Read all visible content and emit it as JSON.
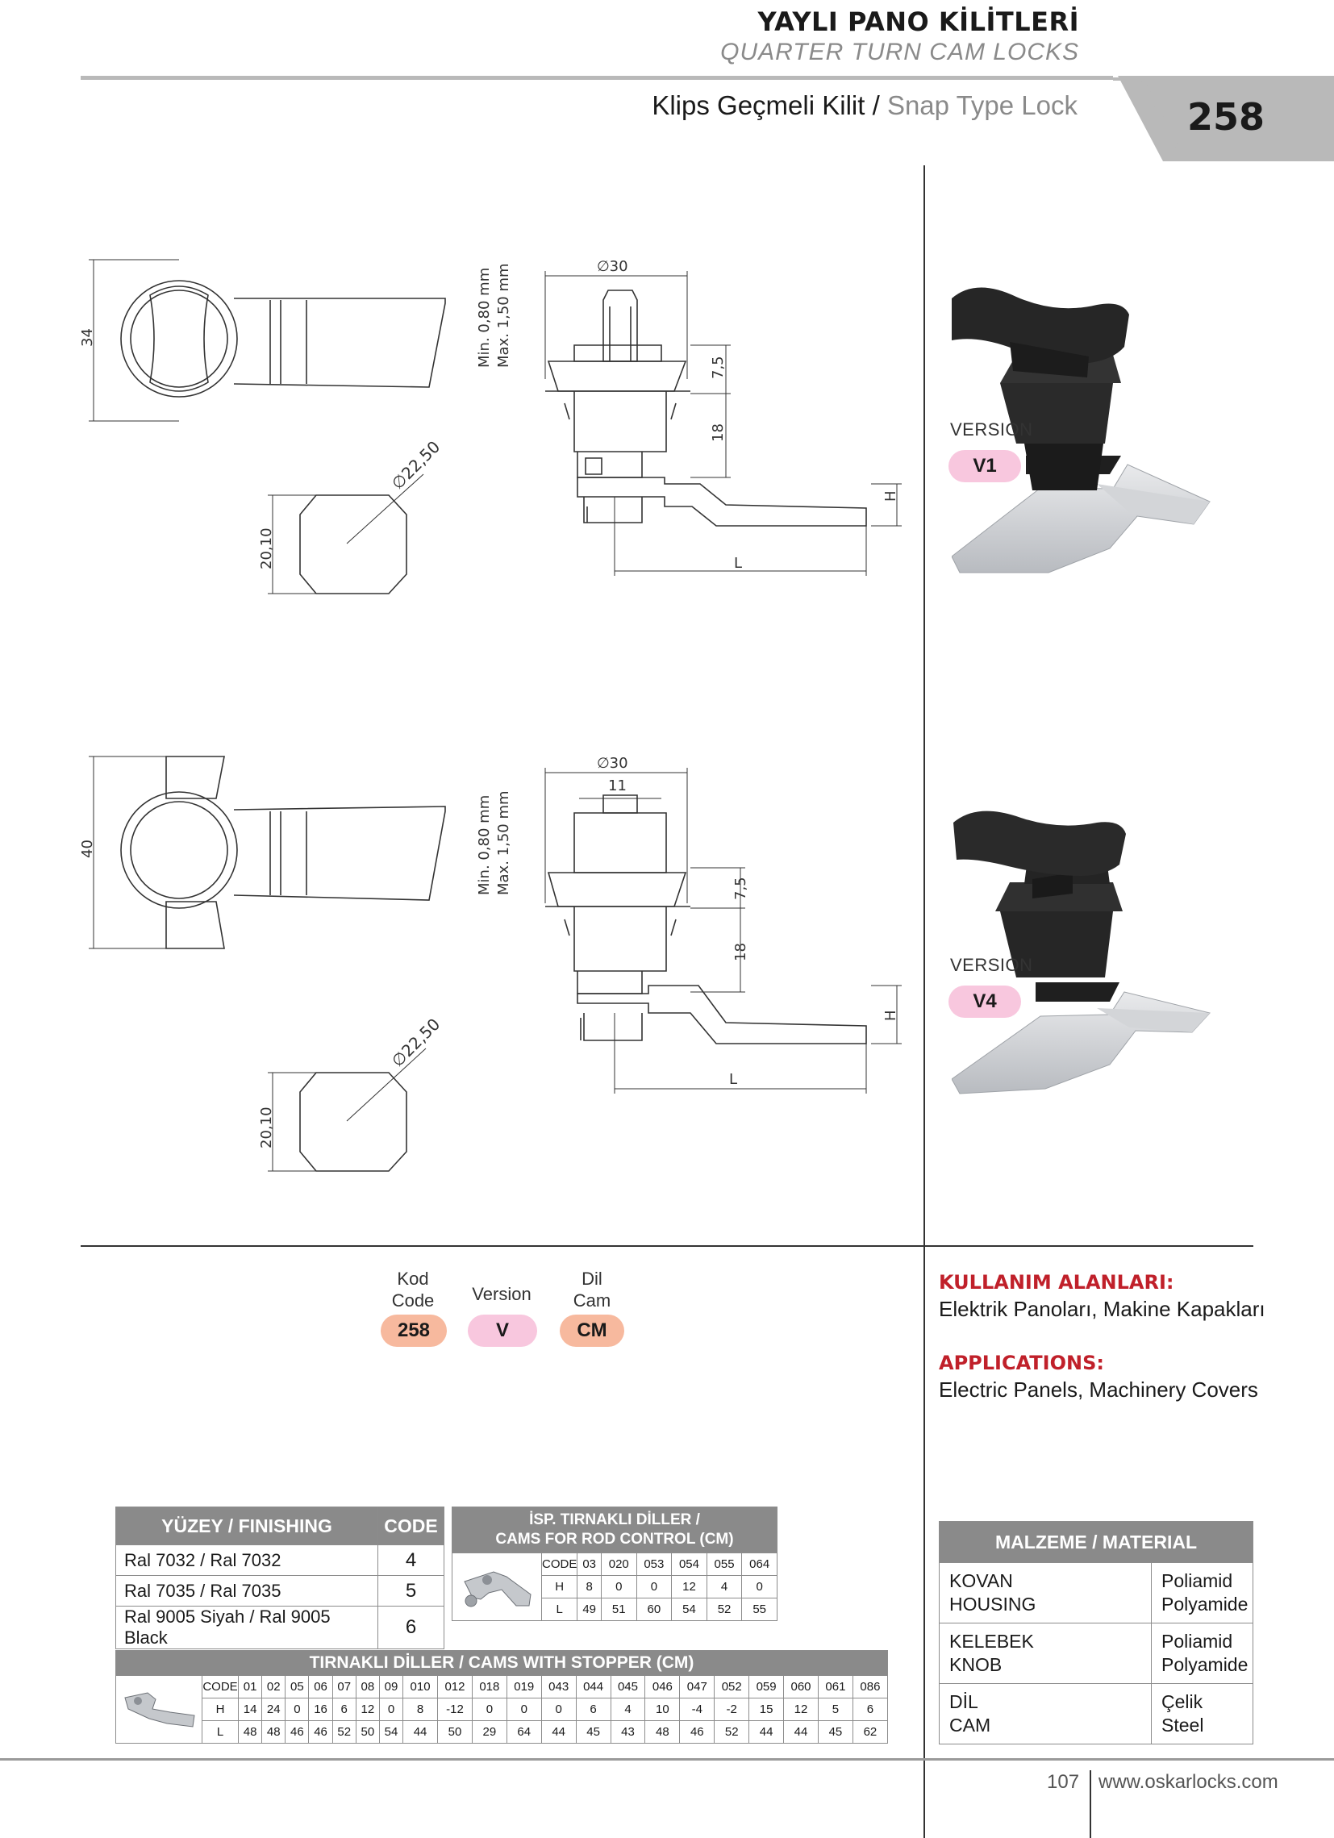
{
  "header": {
    "title": "YAYLI PANO KİLİTLERİ",
    "subtitle": "QUARTER TURN CAM LOCKS",
    "product_tr": "Klips Geçmeli Kilit",
    "separator": "/",
    "product_en": "Snap Type Lock",
    "page_code": "258"
  },
  "drawing1": {
    "dim_34": "34",
    "dim_min": "Min. 0,80 mm",
    "dim_max": "Max. 1,50 mm",
    "dim_d30": "∅30",
    "dim_75": "7,5",
    "dim_18": "18",
    "dim_h": "H",
    "dim_l": "L",
    "dim_d2250": "∅22,50",
    "dim_2010": "20,10"
  },
  "drawing2": {
    "dim_40": "40",
    "dim_min": "Min. 0,80 mm",
    "dim_max": "Max. 1,50 mm",
    "dim_d30": "∅30",
    "dim_11": "11",
    "dim_75": "7,5",
    "dim_18": "18",
    "dim_h": "H",
    "dim_l": "L",
    "dim_d2250": "∅22,50",
    "dim_2010": "20,10"
  },
  "versions": [
    {
      "label": "VERSION",
      "value": "V1"
    },
    {
      "label": "VERSION",
      "value": "V4"
    }
  ],
  "ordering": {
    "code_label_tr": "Kod",
    "code_label_en": "Code",
    "code_value": "258",
    "version_label": "Version",
    "version_value": "V",
    "cam_label_tr": "Dil",
    "cam_label_en": "Cam",
    "cam_value": "CM"
  },
  "applications": {
    "heading_tr": "KULLANIM ALANLARI:",
    "text_tr": "Elektrik Panoları, Makine Kapakları",
    "heading_en": "APPLICATIONS:",
    "text_en": "Electric Panels, Machinery Covers"
  },
  "finishing": {
    "header": "YÜZEY / FINISHING",
    "code_header": "CODE",
    "rows": [
      {
        "name": "Ral 7032 / Ral 7032",
        "code": "4"
      },
      {
        "name": "Ral 7035 / Ral 7035",
        "code": "5"
      },
      {
        "name": "Ral 9005 Siyah / Ral 9005 Black",
        "code": "6"
      }
    ]
  },
  "rod_cams": {
    "header_line1": "İSP. TIRNAKLI DİLLER /",
    "header_line2": "CAMS FOR ROD CONTROL (CM)",
    "row_labels": [
      "CODE",
      "H",
      "L"
    ],
    "code": [
      "03",
      "020",
      "053",
      "054",
      "055",
      "064"
    ],
    "h": [
      "8",
      "0",
      "0",
      "12",
      "4",
      "0"
    ],
    "l": [
      "49",
      "51",
      "60",
      "54",
      "52",
      "55"
    ]
  },
  "stopper_cams": {
    "header": "TIRNAKLI DİLLER / CAMS WITH STOPPER (CM)",
    "row_labels": [
      "CODE",
      "H",
      "L"
    ],
    "code": [
      "01",
      "02",
      "05",
      "06",
      "07",
      "08",
      "09",
      "010",
      "012",
      "018",
      "019",
      "043",
      "044",
      "045",
      "046",
      "047",
      "052",
      "059",
      "060",
      "061",
      "086"
    ],
    "h": [
      "14",
      "24",
      "0",
      "16",
      "6",
      "12",
      "0",
      "8",
      "-12",
      "0",
      "0",
      "0",
      "6",
      "4",
      "10",
      "-4",
      "-2",
      "15",
      "12",
      "5",
      "6"
    ],
    "l": [
      "48",
      "48",
      "46",
      "46",
      "52",
      "50",
      "54",
      "44",
      "50",
      "29",
      "64",
      "44",
      "45",
      "43",
      "48",
      "46",
      "52",
      "44",
      "44",
      "45",
      "62"
    ]
  },
  "material": {
    "header": "MALZEME / MATERIAL",
    "rows": [
      {
        "part_tr": "KOVAN",
        "part_en": "HOUSING",
        "mat_tr": "Poliamid",
        "mat_en": "Polyamide"
      },
      {
        "part_tr": "KELEBEK",
        "part_en": "KNOB",
        "mat_tr": "Poliamid",
        "mat_en": "Polyamide"
      },
      {
        "part_tr": "DİL",
        "part_en": "CAM",
        "mat_tr": "Çelik",
        "mat_en": "Steel"
      }
    ]
  },
  "footer": {
    "page_number": "107",
    "url": "www.oskarlocks.com"
  }
}
